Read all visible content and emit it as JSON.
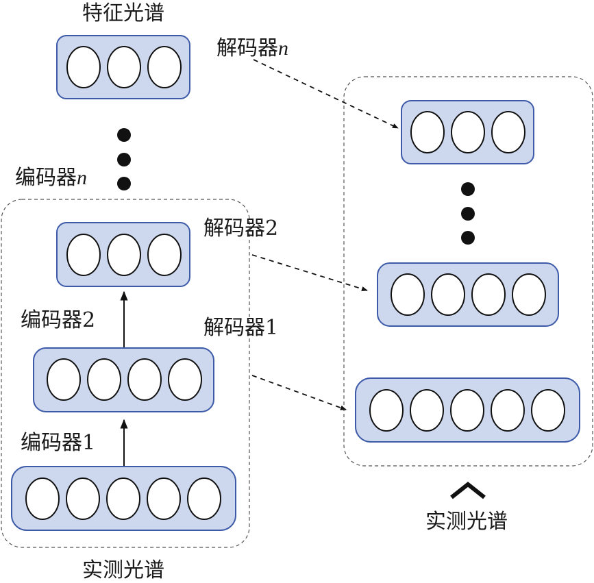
{
  "labels": {
    "feature_spectrum": "特征光谱",
    "measured_spectrum_left": "实测光谱",
    "measured_spectrum_right": "实测光谱",
    "encoder_1": "编码器1",
    "encoder_2": "编码器2",
    "encoder_n_prefix": "编码器",
    "encoder_n_suffix": "n",
    "decoder_1": "解码器1",
    "decoder_2": "解码器2",
    "decoder_n_prefix": "解码器",
    "decoder_n_suffix": "n"
  },
  "layers": {
    "encoder_input_neurons": 5,
    "encoder_hidden1_neurons": 4,
    "encoder_hidden2_neurons": 3,
    "encoder_feature_neurons": 3,
    "decoder_output_neurons": 5,
    "decoder_hidden1_neurons": 4,
    "decoder_hidden_n_neurons": 3
  },
  "colors": {
    "layer_fill": "#cdd8ee",
    "layer_stroke": "#3d5aa8",
    "neuron_fill": "#ffffff",
    "neuron_stroke": "#111111"
  },
  "icons": {
    "ellipsis": "vertical-dots-icon",
    "wedge": "caret-up-icon"
  }
}
